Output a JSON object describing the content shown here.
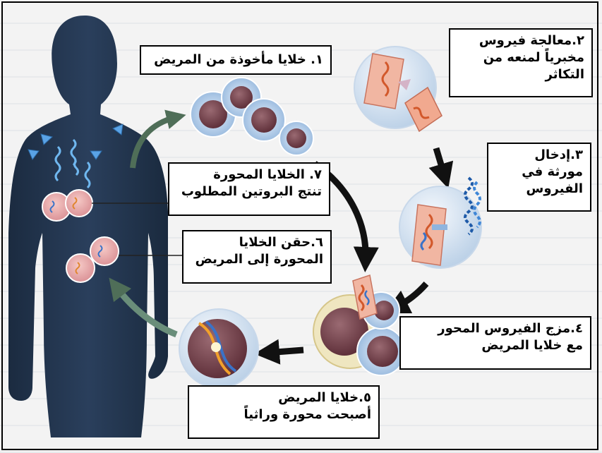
{
  "steps": {
    "s1": "١. خلايا مأخوذة من المريض",
    "s2": "٢.معالجة فيروس\nمخبرياً لمنعه من\nالتكاثر",
    "s3": "٣.إدخال\nمورثة في\nالفيروس",
    "s4": "٤.مزج الفيروس المحور\nمع خلايا المريض",
    "s5": "٥.خلايا المريض\nأصبحت محورة وراثياً",
    "s6": "٦.حقن الخلايا\nالمحورة إلى المريض",
    "s7": "٧. الخلايا المحورة\nتنتج البروتين المطلوب"
  }
}
